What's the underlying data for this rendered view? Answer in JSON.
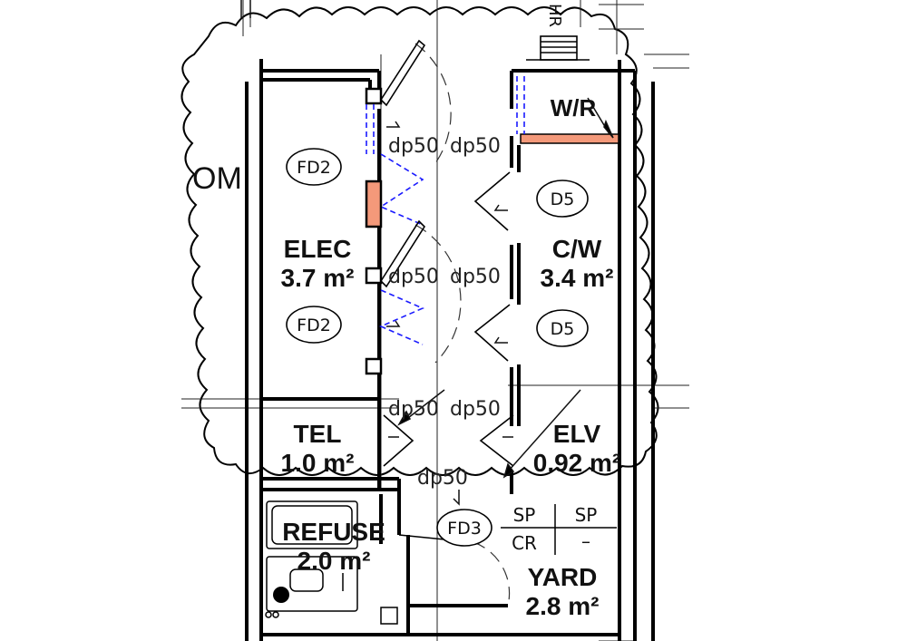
{
  "rooms": [
    {
      "id": "wr",
      "name": "W/R",
      "area": ""
    },
    {
      "id": "elec",
      "name": "ELEC",
      "area": "3.7 m²"
    },
    {
      "id": "cw",
      "name": "C/W",
      "area": "3.4 m²"
    },
    {
      "id": "tel",
      "name": "TEL",
      "area": "1.0 m²"
    },
    {
      "id": "elv",
      "name": "ELV",
      "area": "0.92 m²"
    },
    {
      "id": "refuse",
      "name": "REFUSE",
      "area": "2.0 m²"
    },
    {
      "id": "yard",
      "name": "YARD",
      "area": "2.8 m²"
    }
  ],
  "door_tags": [
    "FD2",
    "FD2",
    "D5",
    "D5",
    "FD3"
  ],
  "drain_labels": [
    "dp50",
    "dp50",
    "dp50",
    "dp50",
    "dp50",
    "dp50",
    "dp50"
  ],
  "cut_text": {
    "om": "OM",
    "hr": "HR"
  },
  "table": {
    "r1c1": "SP",
    "r1c2": "SP",
    "r2c1": "CR",
    "r2c2": "–"
  },
  "colors": {
    "wall": "#000000",
    "accent": "#f4997a",
    "dash": "#1a1aff",
    "line": "#333333"
  }
}
